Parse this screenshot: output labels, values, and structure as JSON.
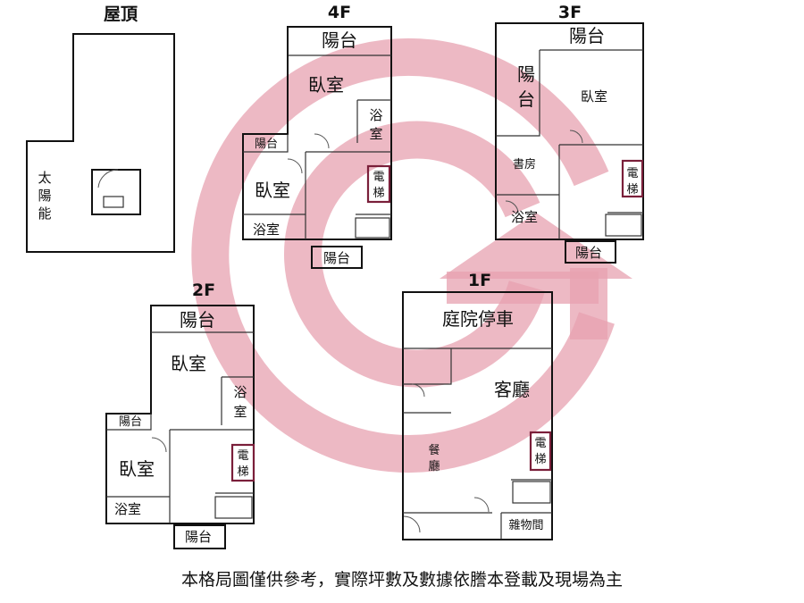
{
  "floors": {
    "roof": {
      "title": "屋頂",
      "solar_label": [
        "太",
        "陽",
        "能"
      ]
    },
    "f4": {
      "title": "4F",
      "rooms": {
        "balcony_top": "陽台",
        "bedroom_top": "臥室",
        "bath_right": [
          "浴",
          "室"
        ],
        "balcony_left": "陽台",
        "bedroom_left": "臥室",
        "elevator": [
          "電",
          "梯"
        ],
        "bath_left": "浴室",
        "balcony_bottom": "陽台"
      }
    },
    "f3": {
      "title": "3F",
      "rooms": {
        "balcony_top": "陽台",
        "balcony_left": [
          "陽",
          "台"
        ],
        "bedroom": "臥室",
        "study": "書房",
        "elevator": [
          "電",
          "梯"
        ],
        "bath": "浴室",
        "balcony_bottom": "陽台"
      }
    },
    "f2": {
      "title": "2F",
      "rooms": {
        "balcony_top": "陽台",
        "bedroom_top": "臥室",
        "bath_right": [
          "浴",
          "室"
        ],
        "balcony_left": "陽台",
        "bedroom_left": "臥室",
        "elevator": [
          "電",
          "梯"
        ],
        "bath_left": "浴室",
        "balcony_bottom": "陽台"
      }
    },
    "f1": {
      "title": "1F",
      "rooms": {
        "garage": "庭院停車",
        "living": "客廳",
        "dining": [
          "餐",
          "廳"
        ],
        "elevator": [
          "電",
          "梯"
        ],
        "storage": "雜物間"
      }
    }
  },
  "footer": "本格局圖僅供參考，實際坪數及數據依謄本登載及現場為主",
  "colors": {
    "watermark": "#e7a2b0",
    "elevator": "#7a1f3a"
  }
}
